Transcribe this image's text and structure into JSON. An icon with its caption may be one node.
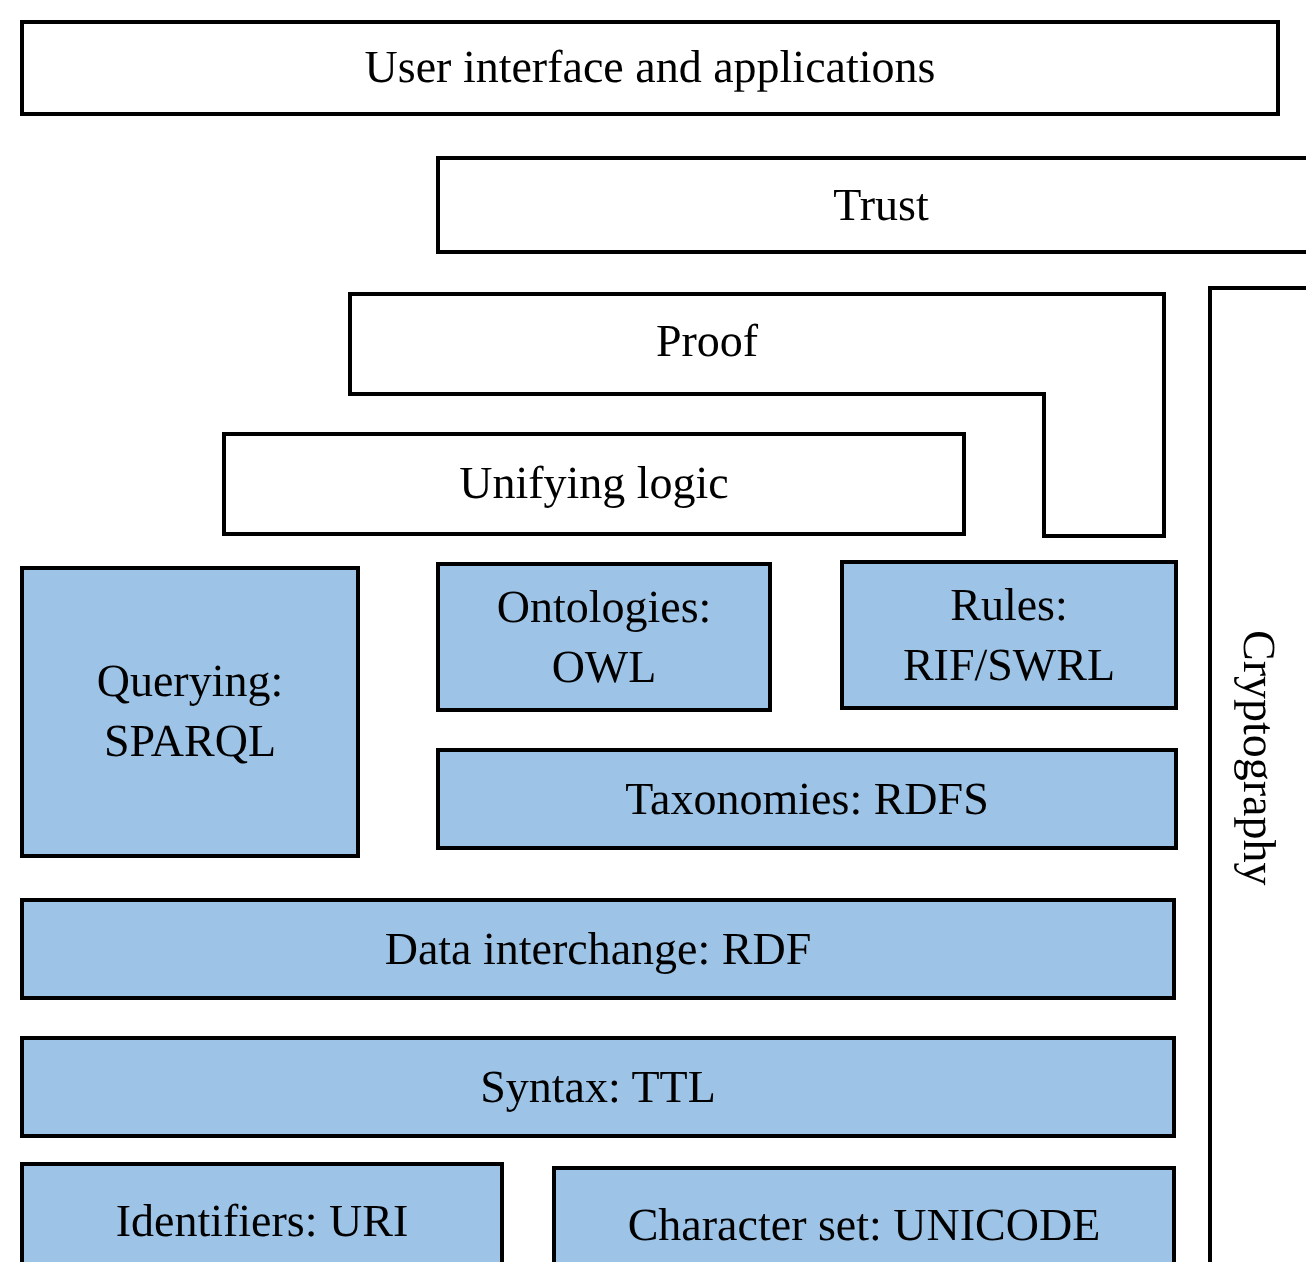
{
  "diagram": {
    "nodes": [
      {
        "text": [
          "User interface and applications"
        ]
      },
      {
        "text": [
          "Trust"
        ]
      },
      {
        "text": [
          "Proof"
        ]
      },
      {
        "text": [
          "Unifying logic"
        ]
      },
      {
        "text": [
          "Querying: SPARQL"
        ]
      },
      {
        "text": [
          "Ontologies: OWL"
        ]
      },
      {
        "text": [
          "Rules: RIF/SWRL"
        ]
      },
      {
        "text": [
          "Taxonomies: RDFS"
        ]
      },
      {
        "text": [
          "Data interchange: RDF"
        ]
      },
      {
        "text": [
          "Syntax: TTL"
        ]
      },
      {
        "text": [
          "Identifiers: URI"
        ]
      },
      {
        "text": [
          "Character set: UNICODE"
        ]
      },
      {
        "text": [
          "Cryptography"
        ]
      }
    ]
  }
}
